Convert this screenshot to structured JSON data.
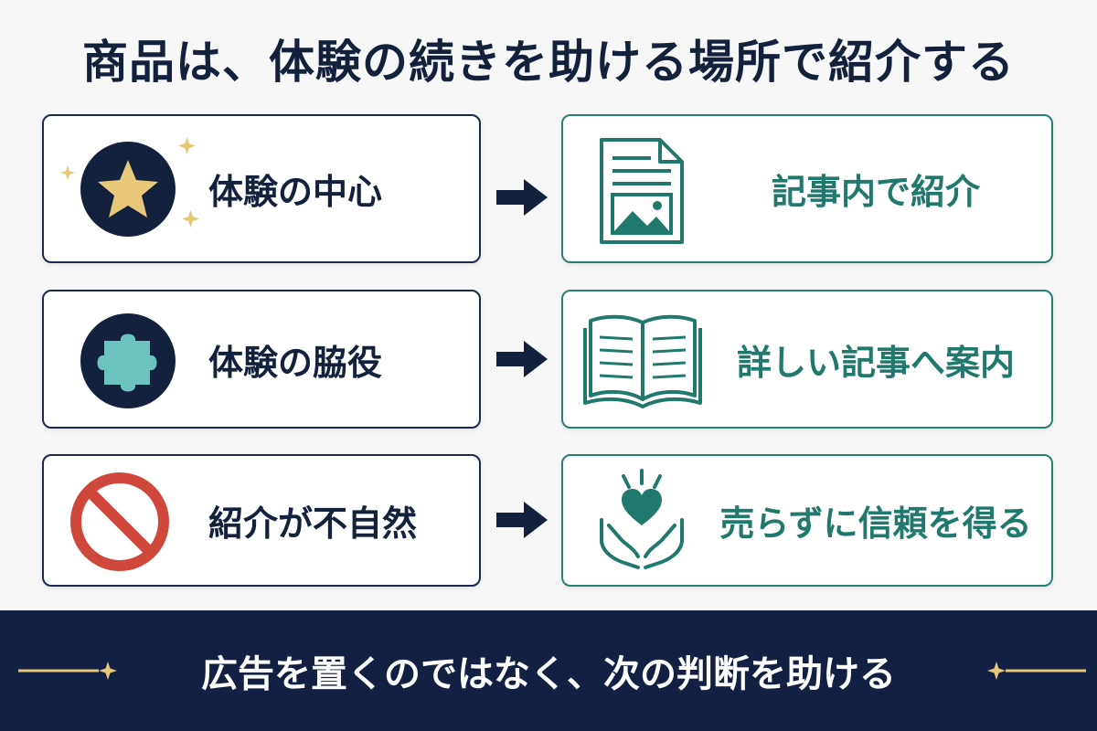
{
  "title": "商品は、体験の続きを助ける場所で紹介する",
  "rows": [
    {
      "left_label": "体験の中心",
      "left_icon": "star-icon",
      "right_label": "記事内で紹介",
      "right_icon": "article-document-icon"
    },
    {
      "left_label": "体験の脇役",
      "left_icon": "puzzle-piece-icon",
      "right_label": "詳しい記事へ案内",
      "right_icon": "open-book-icon"
    },
    {
      "left_label": "紹介が不自然",
      "left_icon": "prohibited-icon",
      "right_label": "売らずに信頼を得る",
      "right_icon": "heart-hands-icon"
    }
  ],
  "banner": {
    "text": "広告を置くのではなく、次の判断を助ける"
  },
  "colors": {
    "navy": "#14213d",
    "teal": "#21786d",
    "gold": "#e7c87a",
    "red": "#d0473c",
    "banner_bg": "#132043"
  }
}
